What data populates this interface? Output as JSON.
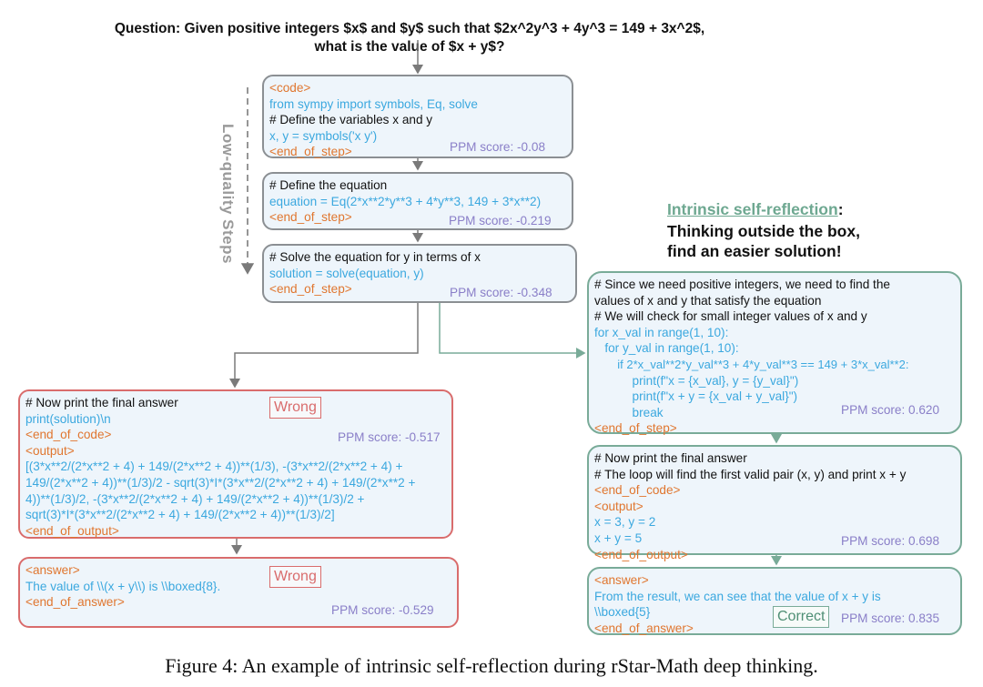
{
  "question": {
    "line1": "Question: Given positive integers $x$ and $y$ such that $2x^2y^3 + 4y^3 = 149 + 3x^2$,",
    "line2": "what is the value of $x + y$?"
  },
  "low_quality_label": "Low-quality Steps",
  "self_reflection": {
    "title": "Intrinsic self-reflection",
    "colon": ":",
    "subtitle": "Thinking outside the box,\nfind an easier solution!"
  },
  "steps": {
    "step1": {
      "lines": [
        "<code>",
        "from sympy import symbols, Eq, solve",
        "# Define the variables x and y",
        "x, y = symbols('x y')",
        "<end_of_step>"
      ],
      "ppm": "PPM score: -0.08"
    },
    "step2": {
      "lines": [
        "# Define the equation",
        "equation = Eq(2*x**2*y**3 + 4*y**3, 149 + 3*x**2)",
        "<end_of_step>"
      ],
      "ppm": "PPM score: -0.219"
    },
    "step3": {
      "lines": [
        "# Solve the equation for y in terms of x",
        "solution = solve(equation, y)",
        "<end_of_step>"
      ],
      "ppm": "PPM score: -0.348"
    },
    "wrong1": {
      "lines": [
        "# Now print the final answer",
        "print(solution)\\n",
        "<end_of_code>",
        "<output>",
        "[(3*x**2/(2*x**2 + 4) + 149/(2*x**2 + 4))**(1/3), -(3*x**2/(2*x**2 + 4) +",
        "149/(2*x**2 + 4))**(1/3)/2 - sqrt(3)*I*(3*x**2/(2*x**2 + 4) + 149/(2*x**2 +",
        "4))**(1/3)/2, -(3*x**2/(2*x**2 + 4) + 149/(2*x**2 + 4))**(1/3)/2 +",
        "sqrt(3)*I*(3*x**2/(2*x**2 + 4) + 149/(2*x**2 + 4))**(1/3)/2]",
        "<end_of_output>"
      ],
      "ppm": "PPM score: -0.517",
      "badge": "Wrong"
    },
    "wrong2": {
      "lines": [
        "<answer>",
        "The value of \\\\(x + y\\\\) is \\\\boxed{8}.",
        "<end_of_answer>"
      ],
      "ppm": "PPM score: -0.529",
      "badge": "Wrong"
    },
    "reflect1": {
      "lines": [
        "# Since we need positive integers, we need to find the",
        "values of x and y that satisfy the equation",
        "# We will check for small integer values of x and y",
        "for x_val in range(1, 10):",
        "   for y_val in range(1, 10):",
        "       if 2*x_val**2*y_val**3 + 4*y_val**3 == 149 + 3*x_val**2:",
        "           print(f\"x = {x_val}, y = {y_val}\")",
        "           print(f\"x + y = {x_val + y_val}\")",
        "           break",
        "<end_of_step>"
      ],
      "ppm": "PPM score: 0.620"
    },
    "reflect2": {
      "lines": [
        "# Now print the final answer",
        "# The loop will find the first valid pair (x, y) and print x + y",
        "<end_of_code>",
        "<output>",
        "x = 3, y = 2",
        "x + y = 5",
        "<end_of_output>"
      ],
      "ppm": "PPM score: 0.698"
    },
    "reflect3": {
      "lines": [
        "<answer>",
        "From the result, we can see that the value of x + y is",
        "\\\\boxed{5}",
        "<end_of_answer>"
      ],
      "ppm": "PPM score: 0.835",
      "badge": "Correct"
    }
  },
  "caption": "Figure 4: An example of intrinsic self-reflection during rStar-Math deep thinking.",
  "colors": {
    "tag": "#e0762f",
    "code": "#3ba8df",
    "comment": "#111111",
    "ppm": "#8a7fc8",
    "wrong": "#d96c6c",
    "correct": "#79ab98",
    "box_fill": "#eef5fb"
  }
}
